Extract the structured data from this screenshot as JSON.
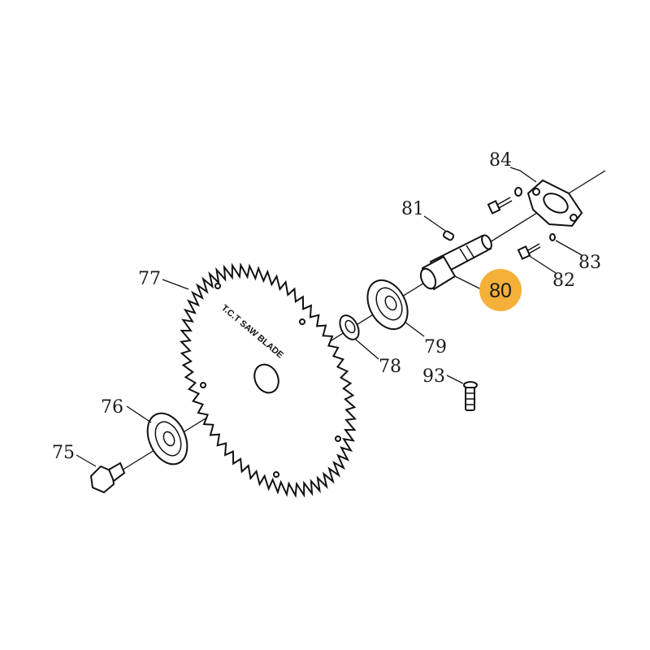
{
  "blade_text": "T.C.T SAW BLADE",
  "highlight": {
    "label": "80",
    "color": "#F5B03A"
  },
  "labels": [
    {
      "id": "84",
      "text": "84"
    },
    {
      "id": "81",
      "text": "81"
    },
    {
      "id": "83",
      "text": "83"
    },
    {
      "id": "82",
      "text": "82"
    },
    {
      "id": "77",
      "text": "77"
    },
    {
      "id": "79",
      "text": "79"
    },
    {
      "id": "78",
      "text": "78"
    },
    {
      "id": "93",
      "text": "93"
    },
    {
      "id": "76",
      "text": "76"
    },
    {
      "id": "75",
      "text": "75"
    }
  ]
}
